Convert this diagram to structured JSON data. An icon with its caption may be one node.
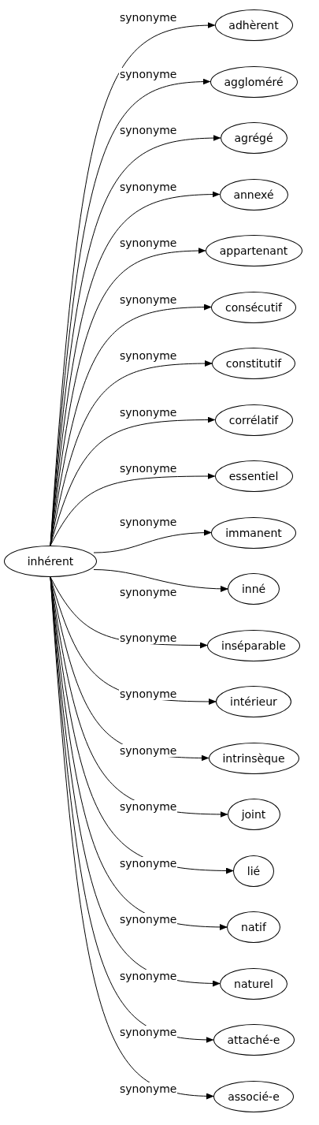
{
  "diagram": {
    "nodes": [
      {
        "text": [
          "inhérent"
        ]
      },
      {
        "text": [
          "adhèrent"
        ]
      },
      {
        "text": [
          "aggloméré"
        ]
      },
      {
        "text": [
          "agrégé"
        ]
      },
      {
        "text": [
          "annexé"
        ]
      },
      {
        "text": [
          "appartenant"
        ]
      },
      {
        "text": [
          "consécutif"
        ]
      },
      {
        "text": [
          "constitutif"
        ]
      },
      {
        "text": [
          "corrélatif"
        ]
      },
      {
        "text": [
          "essentiel"
        ]
      },
      {
        "text": [
          "immanent"
        ]
      },
      {
        "text": [
          "inné"
        ]
      },
      {
        "text": [
          "inséparable"
        ]
      },
      {
        "text": [
          "intérieur"
        ]
      },
      {
        "text": [
          "intrinsèque"
        ]
      },
      {
        "text": [
          "joint"
        ]
      },
      {
        "text": [
          "lié"
        ]
      },
      {
        "text": [
          "natif"
        ]
      },
      {
        "text": [
          "naturel"
        ]
      },
      {
        "text": [
          "attaché-e"
        ]
      },
      {
        "text": [
          "associé-e"
        ]
      }
    ],
    "edges": [
      {
        "from": 0,
        "to": 1,
        "arrow": "to",
        "label": "synonyme"
      },
      {
        "from": 0,
        "to": 2,
        "arrow": "to",
        "label": "synonyme"
      },
      {
        "from": 0,
        "to": 3,
        "arrow": "to",
        "label": "synonyme"
      },
      {
        "from": 0,
        "to": 4,
        "arrow": "to",
        "label": "synonyme"
      },
      {
        "from": 0,
        "to": 5,
        "arrow": "to",
        "label": "synonyme"
      },
      {
        "from": 0,
        "to": 6,
        "arrow": "to",
        "label": "synonyme"
      },
      {
        "from": 0,
        "to": 7,
        "arrow": "to",
        "label": "synonyme"
      },
      {
        "from": 0,
        "to": 8,
        "arrow": "to",
        "label": "synonyme"
      },
      {
        "from": 0,
        "to": 9,
        "arrow": "to",
        "label": "synonyme"
      },
      {
        "from": 0,
        "to": 10,
        "arrow": "to",
        "label": "synonyme"
      },
      {
        "from": 0,
        "to": 11,
        "arrow": "to",
        "label": "synonyme"
      },
      {
        "from": 0,
        "to": 12,
        "arrow": "to",
        "label": "synonyme"
      },
      {
        "from": 0,
        "to": 13,
        "arrow": "to",
        "label": "synonyme"
      },
      {
        "from": 0,
        "to": 14,
        "arrow": "to",
        "label": "synonyme"
      },
      {
        "from": 0,
        "to": 15,
        "arrow": "to",
        "label": "synonyme"
      },
      {
        "from": 0,
        "to": 16,
        "arrow": "to",
        "label": "synonyme"
      },
      {
        "from": 0,
        "to": 17,
        "arrow": "to",
        "label": "synonyme"
      },
      {
        "from": 0,
        "to": 18,
        "arrow": "to",
        "label": "synonyme"
      },
      {
        "from": 0,
        "to": 19,
        "arrow": "to",
        "label": "synonyme"
      },
      {
        "from": 0,
        "to": 20,
        "arrow": "to",
        "label": "synonyme"
      }
    ]
  }
}
